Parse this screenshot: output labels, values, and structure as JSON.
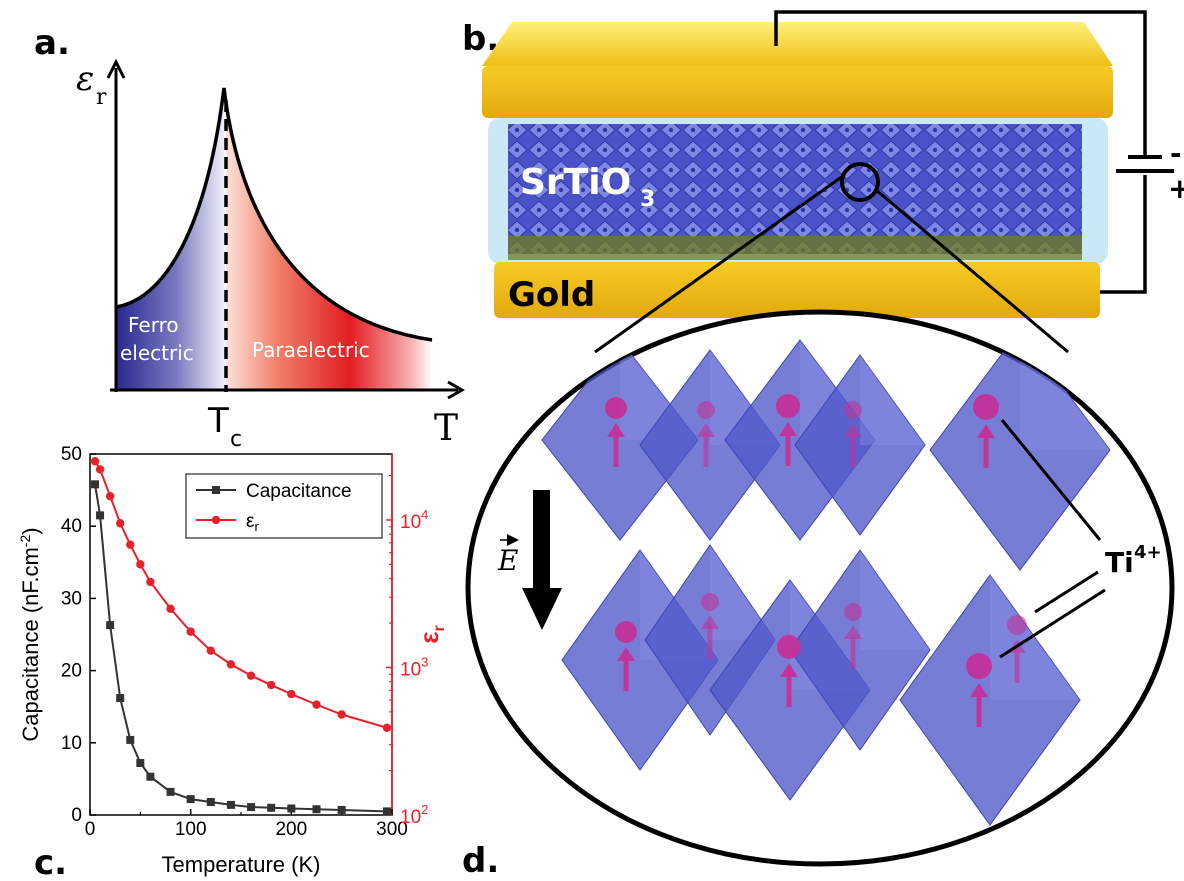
{
  "panels": {
    "a": "a.",
    "b": "b.",
    "c": "c.",
    "d": "d."
  },
  "panel_a": {
    "y_symbol": "ε",
    "y_sub": "r",
    "x_label": "T",
    "tc_main": "T",
    "tc_sub": "c",
    "ferro_line1": "Ferro",
    "ferro_line2": "electric",
    "para": "Paraelectric"
  },
  "panel_b": {
    "material_main": "SrTiO",
    "material_sub": "3",
    "electrode": "Gold",
    "battery_minus": "-",
    "battery_plus": "+",
    "colors": {
      "gold": "#f2c21a",
      "sto": "#4e55c8",
      "halo": "#bfe3f5"
    }
  },
  "panel_d": {
    "field_label": "E",
    "ion_main": "Ti",
    "ion_sup": "4+",
    "colors": {
      "octahedron": "#5158c9",
      "ion": "#c2339a"
    }
  },
  "chart_data": {
    "type": "line",
    "xlabel": "Temperature (K)",
    "ylabel_left": "Capacitance (nF.cm",
    "ylabel_left_sup": "-2",
    "ylabel_left_end": ")",
    "ylabel_right": "ε",
    "ylabel_right_sub": "r",
    "xlim": [
      0,
      300
    ],
    "xticks": [
      "0",
      "100",
      "200",
      "300"
    ],
    "ylim_left": [
      0,
      50
    ],
    "yticks_left": [
      "0",
      "10",
      "20",
      "30",
      "40",
      "50"
    ],
    "ylim_right": [
      100,
      28000
    ],
    "right_scale": "log",
    "yticks_right": [
      {
        "base": "10",
        "exp": "2",
        "value": 100
      },
      {
        "base": "10",
        "exp": "3",
        "value": 1000
      },
      {
        "base": "10",
        "exp": "4",
        "value": 10000
      }
    ],
    "legend_position": "top-right",
    "series": [
      {
        "name": "Capacitance",
        "axis": "left",
        "color": "#333333",
        "marker": "square",
        "x": [
          5,
          10,
          20,
          30,
          40,
          50,
          60,
          80,
          100,
          120,
          140,
          160,
          180,
          200,
          225,
          250,
          295
        ],
        "values": [
          45.8,
          41.5,
          26.3,
          16.2,
          10.4,
          7.2,
          5.3,
          3.2,
          2.2,
          1.8,
          1.4,
          1.1,
          1.0,
          0.9,
          0.8,
          0.7,
          0.5
        ]
      },
      {
        "name": "ε",
        "name_sub": "r",
        "axis": "right",
        "color": "#e8202a",
        "marker": "circle",
        "x": [
          5,
          10,
          20,
          30,
          40,
          50,
          60,
          80,
          100,
          120,
          140,
          160,
          180,
          200,
          225,
          250,
          295
        ],
        "values": [
          25000,
          22000,
          14500,
          9500,
          6800,
          5000,
          3800,
          2500,
          1750,
          1300,
          1050,
          880,
          760,
          660,
          560,
          480,
          390
        ]
      }
    ]
  }
}
